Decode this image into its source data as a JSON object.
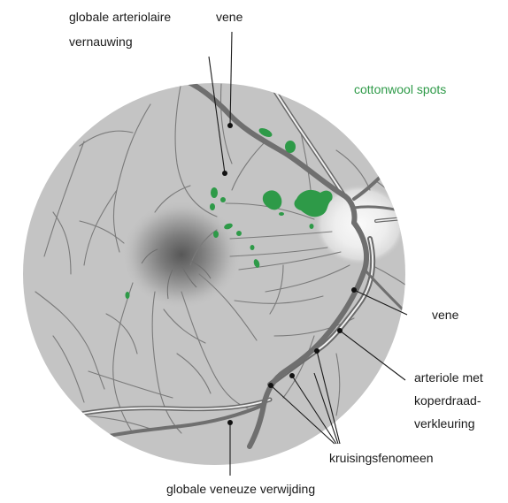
{
  "labels": {
    "arteriolar_narrowing_line1": "globale arteriolaire",
    "arteriolar_narrowing_line2": "vernauwing",
    "vein_top": "vene",
    "cottonwool": "cottonwool spots",
    "vein_right": "vene",
    "copper_line1": "arteriole met",
    "copper_line2": "koperdraad-",
    "copper_line3": "verkleuring",
    "crossing": "kruisingsfenomeen",
    "venous_dilation": "globale veneuze verwijding"
  },
  "colors": {
    "fundus": "#c4c4c4",
    "vessel": "#6a6a6a",
    "cottonwool": "#2e9a48",
    "optic_disc": "#f4f4f4",
    "macula": "#555555",
    "label_text": "#1a1a1a"
  }
}
